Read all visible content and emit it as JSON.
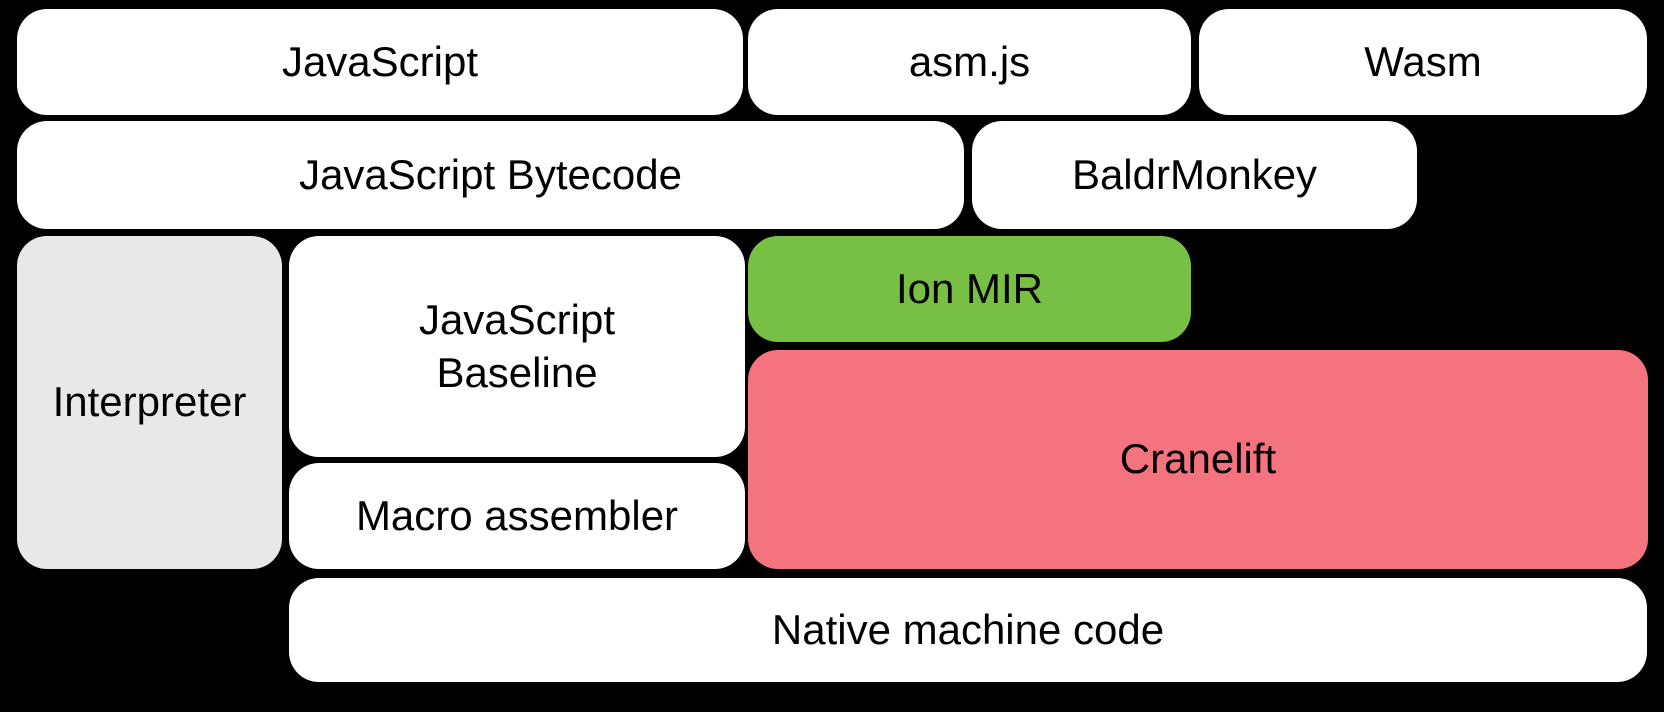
{
  "diagram": {
    "background": "#000000",
    "text_color": "#000000",
    "nodes": {
      "javascript": {
        "label": "JavaScript",
        "color": "#ffffff"
      },
      "asmjs": {
        "label": "asm.js",
        "color": "#ffffff"
      },
      "wasm": {
        "label": "Wasm",
        "color": "#ffffff"
      },
      "js_bytecode": {
        "label": "JavaScript Bytecode",
        "color": "#ffffff"
      },
      "baldrmonkey": {
        "label": "BaldrMonkey",
        "color": "#ffffff"
      },
      "interpreter": {
        "label": "Interpreter",
        "color": "#e8e8e8"
      },
      "js_baseline": {
        "label": "JavaScript\nBaseline",
        "color": "#ffffff"
      },
      "ion_mir": {
        "label": "Ion MIR",
        "color": "#77c043"
      },
      "cranelift": {
        "label": "Cranelift",
        "color": "#f4737f"
      },
      "macro_assembler": {
        "label": "Macro assembler",
        "color": "#ffffff"
      },
      "native_machine_code": {
        "label": "Native machine code",
        "color": "#ffffff"
      }
    }
  }
}
